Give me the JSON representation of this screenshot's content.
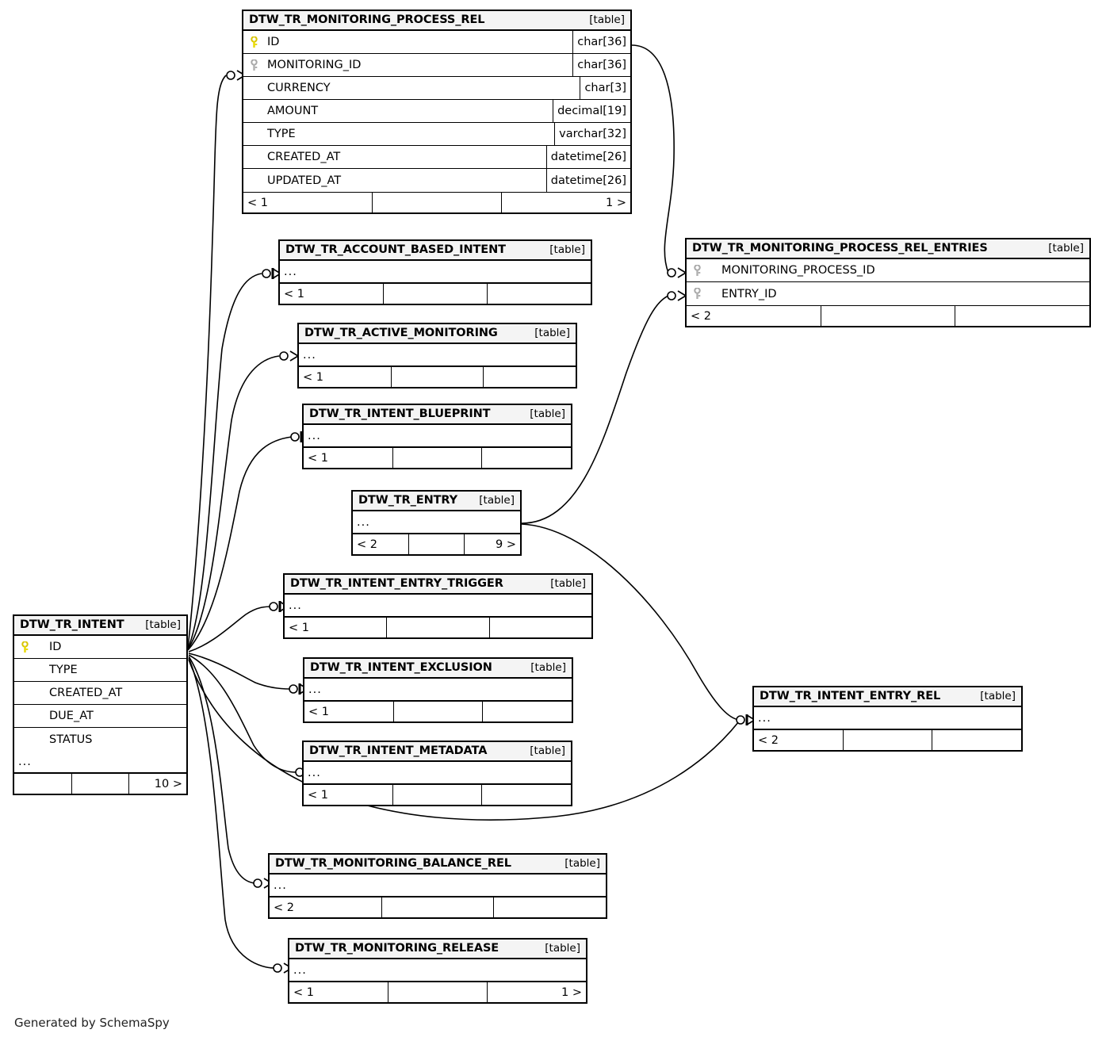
{
  "diagram": {
    "credit": "Generated by SchemaSpy",
    "table_tag": "[table]",
    "ellipsis": "...",
    "colors": {
      "primary_key": "#e8d900",
      "foreign_key": "#b0b0b0",
      "header_bg": "#f4f4f4",
      "border": "#000000",
      "background": "#ffffff"
    }
  },
  "tables": [
    {
      "id": "monitoring_process_rel",
      "name": "DTW_TR_MONITORING_PROCESS_REL",
      "tag": "[table]",
      "columns": [
        {
          "key": "primary",
          "name": "ID",
          "type": "char[36]"
        },
        {
          "key": "foreign",
          "name": "MONITORING_ID",
          "type": "char[36]"
        },
        {
          "key": "none",
          "name": "CURRENCY",
          "type": "char[3]"
        },
        {
          "key": "none",
          "name": "AMOUNT",
          "type": "decimal[19]"
        },
        {
          "key": "none",
          "name": "TYPE",
          "type": "varchar[32]"
        },
        {
          "key": "none",
          "name": "CREATED_AT",
          "type": "datetime[26]"
        },
        {
          "key": "none",
          "name": "UPDATED_AT",
          "type": "datetime[26]"
        }
      ],
      "footer": [
        "< 1",
        "",
        "1 >"
      ]
    },
    {
      "id": "monitoring_process_rel_entries",
      "name": "DTW_TR_MONITORING_PROCESS_REL_ENTRIES",
      "tag": "[table]",
      "columns": [
        {
          "key": "foreign",
          "name": "MONITORING_PROCESS_ID",
          "type": ""
        },
        {
          "key": "foreign",
          "name": "ENTRY_ID",
          "type": ""
        }
      ],
      "footer": [
        "< 2",
        "",
        ""
      ]
    },
    {
      "id": "account_based_intent",
      "name": "DTW_TR_ACCOUNT_BASED_INTENT",
      "tag": "[table]",
      "columns": [],
      "footer": [
        "< 1",
        "",
        ""
      ]
    },
    {
      "id": "active_monitoring",
      "name": "DTW_TR_ACTIVE_MONITORING",
      "tag": "[table]",
      "columns": [],
      "footer": [
        "< 1",
        "",
        ""
      ]
    },
    {
      "id": "intent_blueprint",
      "name": "DTW_TR_INTENT_BLUEPRINT",
      "tag": "[table]",
      "columns": [],
      "footer": [
        "< 1",
        "",
        ""
      ]
    },
    {
      "id": "entry",
      "name": "DTW_TR_ENTRY",
      "tag": "[table]",
      "columns": [],
      "footer": [
        "< 2",
        "",
        "9 >"
      ]
    },
    {
      "id": "intent_entry_trigger",
      "name": "DTW_TR_INTENT_ENTRY_TRIGGER",
      "tag": "[table]",
      "columns": [],
      "footer": [
        "< 1",
        "",
        ""
      ]
    },
    {
      "id": "intent_exclusion",
      "name": "DTW_TR_INTENT_EXCLUSION",
      "tag": "[table]",
      "columns": [],
      "footer": [
        "< 1",
        "",
        ""
      ]
    },
    {
      "id": "intent_metadata",
      "name": "DTW_TR_INTENT_METADATA",
      "tag": "[table]",
      "columns": [],
      "footer": [
        "< 1",
        "",
        ""
      ]
    },
    {
      "id": "intent",
      "name": "DTW_TR_INTENT",
      "tag": "[table]",
      "columns": [
        {
          "key": "primary",
          "name": "ID",
          "type": ""
        },
        {
          "key": "none",
          "name": "TYPE",
          "type": ""
        },
        {
          "key": "none",
          "name": "CREATED_AT",
          "type": ""
        },
        {
          "key": "none",
          "name": "DUE_AT",
          "type": ""
        },
        {
          "key": "none",
          "name": "STATUS",
          "type": ""
        }
      ],
      "footer": [
        "",
        "",
        "10 >"
      ]
    },
    {
      "id": "intent_entry_rel",
      "name": "DTW_TR_INTENT_ENTRY_REL",
      "tag": "[table]",
      "columns": [],
      "footer": [
        "< 2",
        "",
        ""
      ]
    },
    {
      "id": "monitoring_balance_rel",
      "name": "DTW_TR_MONITORING_BALANCE_REL",
      "tag": "[table]",
      "columns": [],
      "footer": [
        "< 2",
        "",
        ""
      ]
    },
    {
      "id": "monitoring_release",
      "name": "DTW_TR_MONITORING_RELEASE",
      "tag": "[table]",
      "columns": [],
      "footer": [
        "< 1",
        "",
        "1 >"
      ]
    }
  ]
}
